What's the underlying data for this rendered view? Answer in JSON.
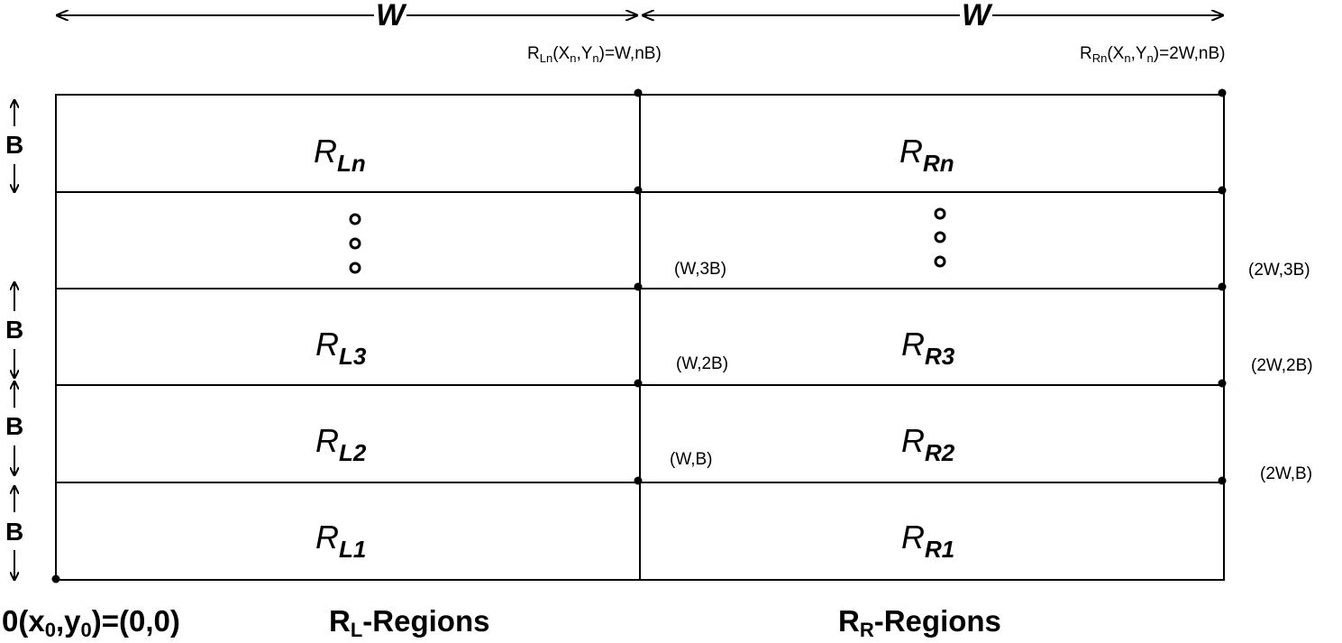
{
  "width_label": "W",
  "band_label": "B",
  "top_coords": {
    "left": {
      "pre": "R",
      "sub1": "Ln",
      "mid": "(X",
      "sub2": "n",
      "mid2": ",Y",
      "sub3": "n",
      "post": ")=W,nB)"
    },
    "right": {
      "pre": "R",
      "sub1": "Rn",
      "mid": "(X",
      "sub2": "n",
      "mid2": ",Y",
      "sub3": "n",
      "post": ")=2W,nB)"
    }
  },
  "mid_coords": {
    "w3b": "(W,3B)",
    "w2b": "(W,2B)",
    "wb": "(W,B)",
    "2w3b": "(2W,3B)",
    "2w2b": "(2W,2B)",
    "2wb": "(2W,B)"
  },
  "regions": {
    "left": [
      {
        "base": "R",
        "sub": "Ln"
      },
      {
        "base": "R",
        "sub": "L3"
      },
      {
        "base": "R",
        "sub": "L2"
      },
      {
        "base": "R",
        "sub": "L1"
      }
    ],
    "right": [
      {
        "base": "R",
        "sub": "Rn"
      },
      {
        "base": "R",
        "sub": "R3"
      },
      {
        "base": "R",
        "sub": "R2"
      },
      {
        "base": "R",
        "sub": "R1"
      }
    ]
  },
  "bottom": {
    "origin": {
      "a": "0(x",
      "s1": "0",
      "b": ",y",
      "s2": "0",
      "c": ")=(0,0)"
    },
    "left_regions": {
      "base": "R",
      "sub": "L",
      "rest": "-Regions"
    },
    "right_regions": {
      "base": "R",
      "sub": "R",
      "rest": "-Regions"
    }
  }
}
